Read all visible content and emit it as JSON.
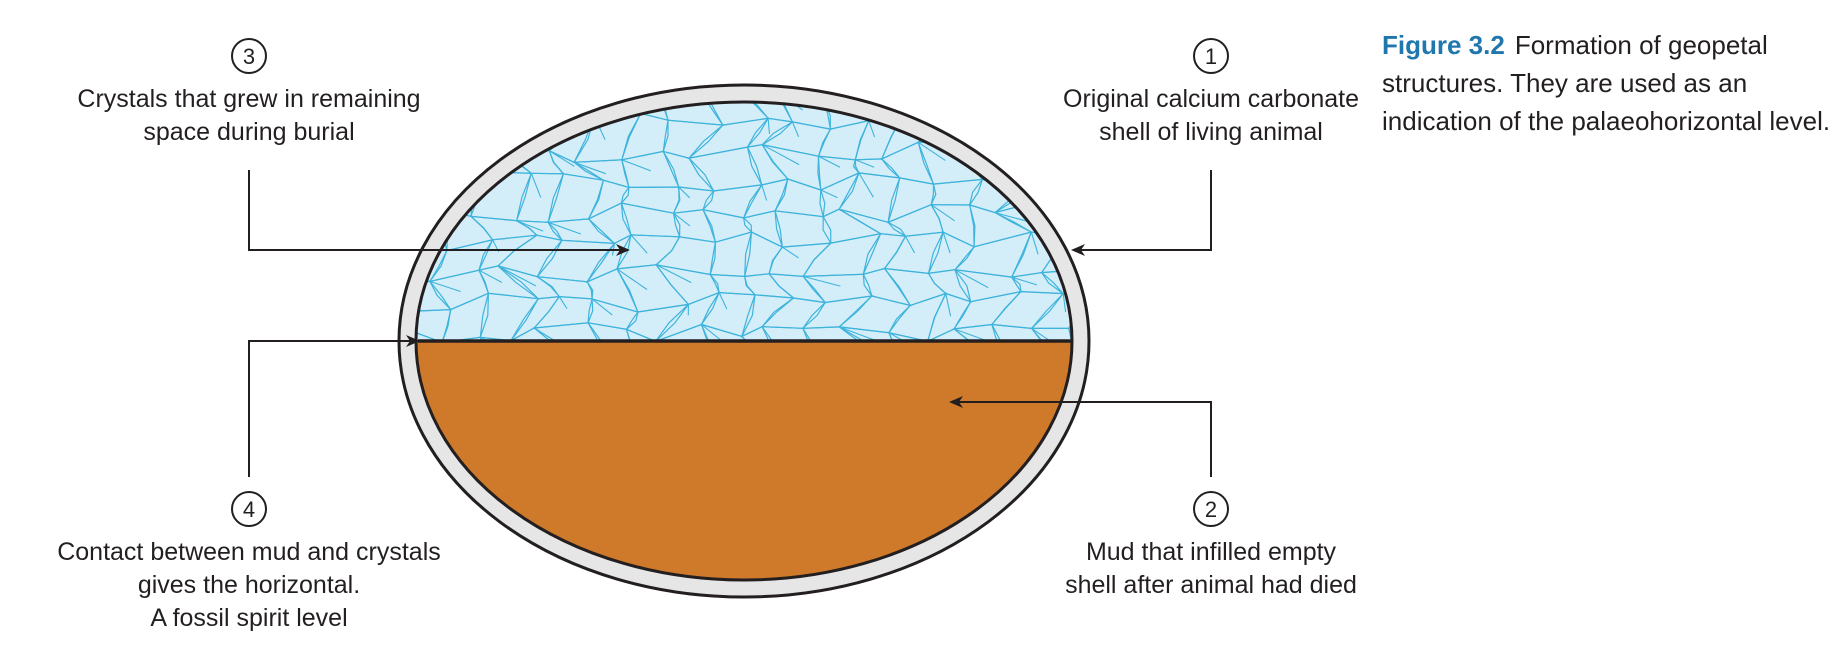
{
  "figure": {
    "caption_label": "Figure 3.2",
    "caption_text": "Formation of geopetal structures. They are used as an indication of the palaeohorizontal level."
  },
  "callouts": [
    {
      "number": "1",
      "lines": [
        "Original calcium carbonate",
        "shell of living animal"
      ]
    },
    {
      "number": "2",
      "lines": [
        "Mud that infilled empty",
        "shell after animal had died"
      ]
    },
    {
      "number": "3",
      "lines": [
        "Crystals that grew in remaining",
        "space during burial"
      ]
    },
    {
      "number": "4",
      "lines": [
        "Contact between mud and crystals",
        "gives the horizontal.",
        "A fossil spirit level"
      ]
    }
  ],
  "colors": {
    "crystal_fill": "#d4eef9",
    "crystal_lines": "#3eb3dc",
    "mud_fill": "#cf7a2b",
    "shell_fill": "#e6e6e6",
    "outline": "#231f20",
    "caption_label": "#1f77ae"
  }
}
